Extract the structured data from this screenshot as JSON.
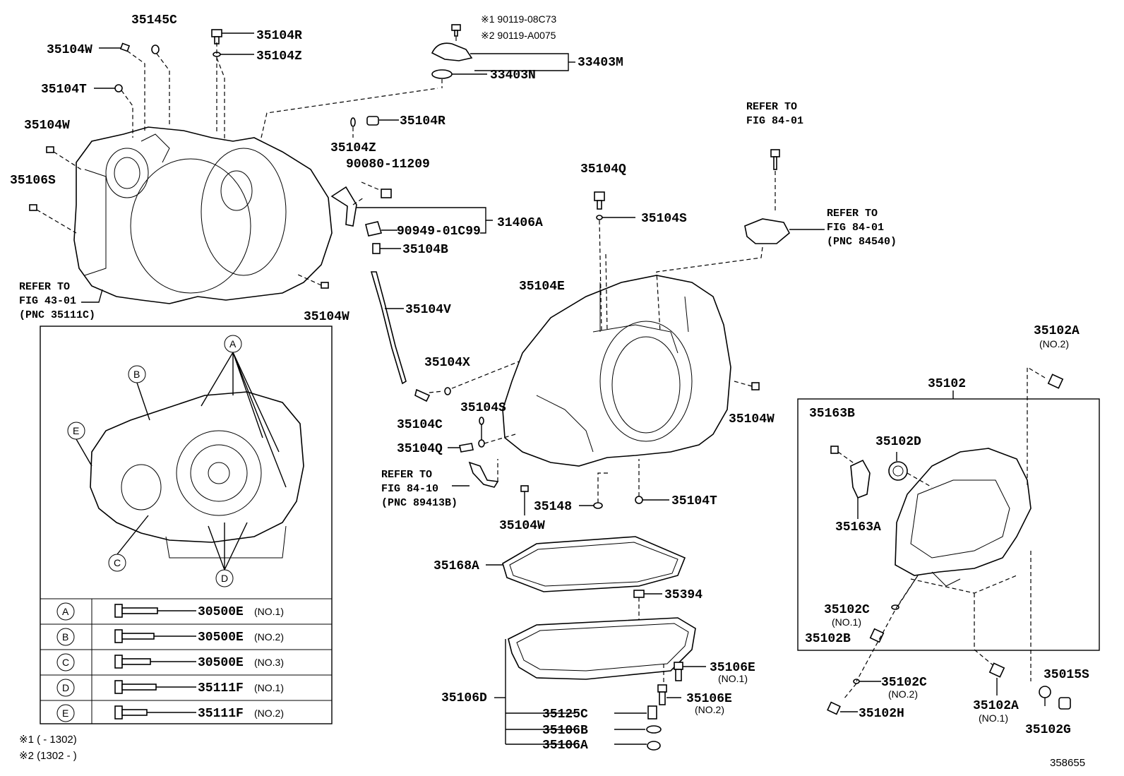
{
  "labels": {
    "p35145C": "35145C",
    "p35104R_a": "35104R",
    "p35104W_a": "35104W",
    "p35104Z_a": "35104Z",
    "p35104T_a": "35104T",
    "p35104W_b": "35104W",
    "p35106S": "35106S",
    "p90119_1": "※1 90119-08C73",
    "p90119_2": "※2 90119-A0075",
    "p33403M": "33403M",
    "p33403N": "33403N",
    "p35104R_b": "35104R",
    "p35104Z_b": "35104Z",
    "p90080": "90080-11209",
    "p31406A": "31406A",
    "p90949": "90949-01C99",
    "p35104B": "35104B",
    "p35104V": "35104V",
    "p35104W_c": "35104W",
    "p35104Q_a": "35104Q",
    "p35104S_a": "35104S",
    "p35104E": "35104E",
    "p35104X": "35104X",
    "p35104C": "35104C",
    "p35104S_b": "35104S",
    "p35104Q_b": "35104Q",
    "p35148": "35148",
    "p35104T_b": "35104T",
    "p35104W_d": "35104W",
    "p35104W_e": "35104W",
    "p35168A": "35168A",
    "p35394": "35394",
    "p35106E_1": "35106E",
    "p35106E_2": "35106E",
    "p35106D": "35106D",
    "p35125C": "35125C",
    "p35106B": "35106B",
    "p35106A": "35106A",
    "p35102A_top": "35102A",
    "p35102": "35102",
    "p35163B": "35163B",
    "p35102D": "35102D",
    "p35163A": "35163A",
    "p35102C_1": "35102C",
    "p35102B": "35102B",
    "p35102C_2": "35102C",
    "p35102H": "35102H",
    "p35102A_no1": "35102A",
    "p35015S": "35015S",
    "p35102G": "35102G"
  },
  "sublabels": {
    "no2_35102A": "(NO.2)",
    "no1_35106E": "(NO.1)",
    "no2_35106E": "(NO.2)",
    "no1_35102C": "(NO.1)",
    "no2_35102C": "(NO.2)",
    "no1_35102A": "(NO.1)"
  },
  "references": {
    "ref_fig43_1": "REFER TO",
    "ref_fig43_2": "FIG 43-01",
    "ref_fig43_3": "(PNC 35111C)",
    "ref_fig84a_1": "REFER TO",
    "ref_fig84a_2": "FIG 84-01",
    "ref_fig84b_1": "REFER TO",
    "ref_fig84b_2": "FIG 84-01",
    "ref_fig84b_3": "(PNC 84540)",
    "ref_fig8410_1": "REFER TO",
    "ref_fig8410_2": "FIG 84-10",
    "ref_fig8410_3": "(PNC 89413B)"
  },
  "callouts": [
    "A",
    "B",
    "C",
    "D",
    "E"
  ],
  "bolt_table": [
    {
      "key": "A",
      "part": "30500E",
      "no": "(NO.1)"
    },
    {
      "key": "B",
      "part": "30500E",
      "no": "(NO.2)"
    },
    {
      "key": "C",
      "part": "30500E",
      "no": "(NO.3)"
    },
    {
      "key": "D",
      "part": "35111F",
      "no": "(NO.1)"
    },
    {
      "key": "E",
      "part": "35111F",
      "no": "(NO.2)"
    }
  ],
  "footnotes": {
    "n1": "※1 (        - 1302)",
    "n2": "※2 (1302 -        )"
  },
  "diagram_number": "358655"
}
